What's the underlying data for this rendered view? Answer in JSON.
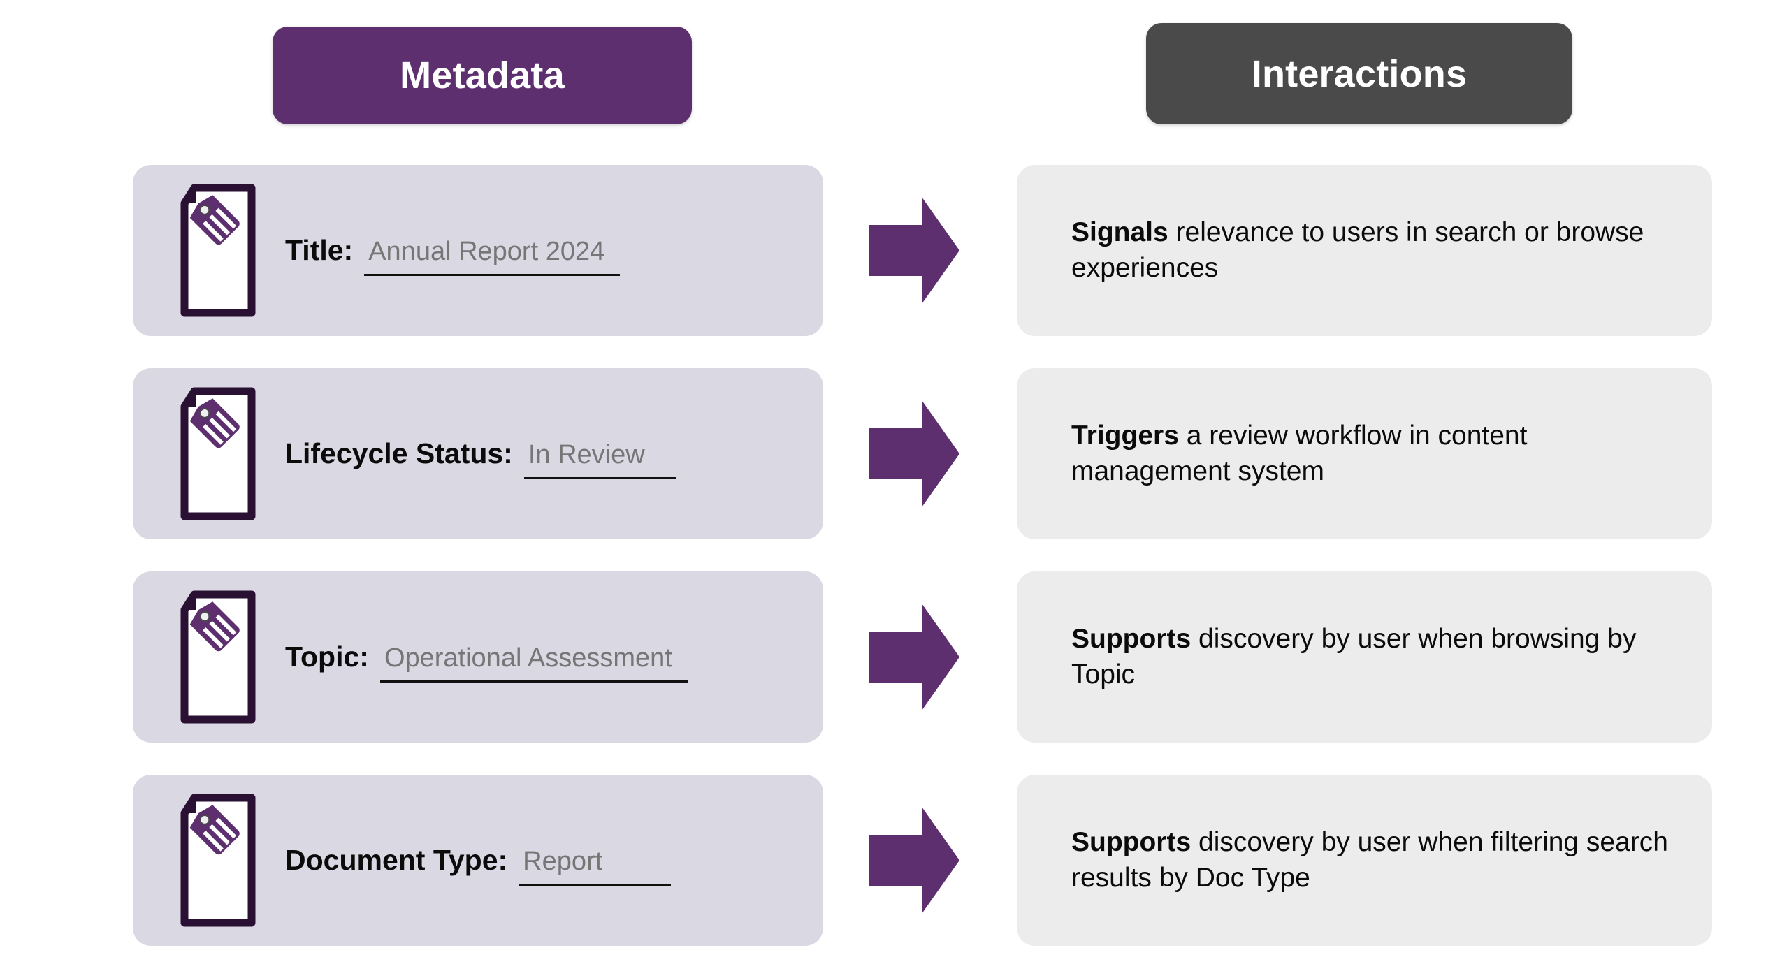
{
  "columns": {
    "metadata_header": "Metadata",
    "interactions_header": "Interactions"
  },
  "colors": {
    "metadata_header_bg": "#5d2f6e",
    "interactions_header_bg": "#4a4a4a",
    "metadata_card_bg": "#d9d8e3",
    "interaction_card_bg": "#ececec",
    "arrow": "#5d2f6e",
    "doc_outline": "#2a1133",
    "tag": "#5d2f6e",
    "value_text": "#767676"
  },
  "rows": [
    {
      "icon": "document-tag-icon",
      "label": "Title:",
      "value": "Annual Report 2024",
      "arrow": "arrow-right-icon",
      "interaction_bold": "Signals",
      "interaction_rest": " relevance to users in search or browse experiences"
    },
    {
      "icon": "document-tag-icon",
      "label": "Lifecycle Status:",
      "value": "In Review",
      "arrow": "arrow-right-icon",
      "interaction_bold": "Triggers",
      "interaction_rest": " a review workflow in content management system"
    },
    {
      "icon": "document-tag-icon",
      "label": "Topic:",
      "value": "Operational Assessment",
      "arrow": "arrow-right-icon",
      "interaction_bold": "Supports",
      "interaction_rest": " discovery by user when browsing by Topic"
    },
    {
      "icon": "document-tag-icon",
      "label": "Document Type:",
      "value": "Report",
      "arrow": "arrow-right-icon",
      "interaction_bold": "Supports",
      "interaction_rest": " discovery by user when filtering search results by Doc Type"
    }
  ]
}
